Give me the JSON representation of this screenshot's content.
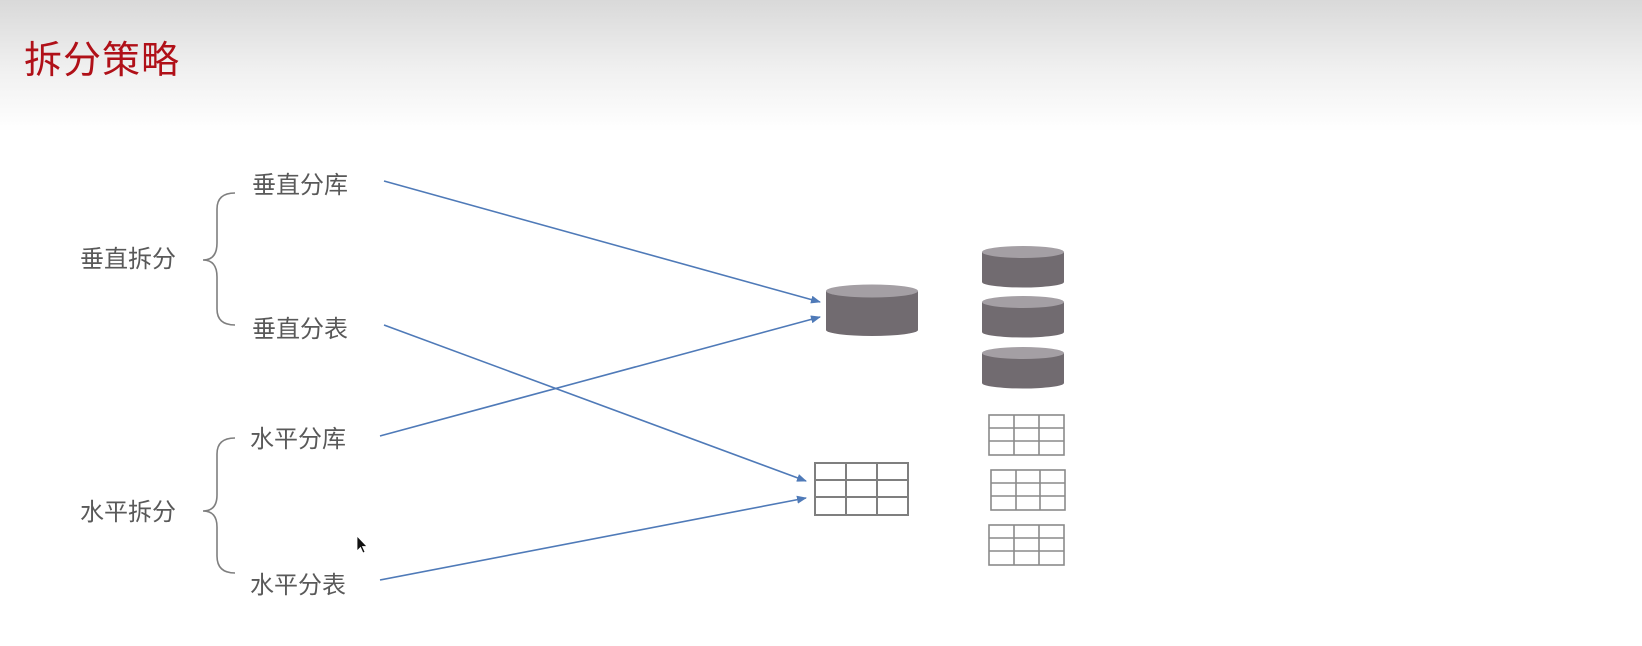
{
  "slide": {
    "title": "拆分策略"
  },
  "groups": [
    {
      "label": "垂直拆分",
      "items": [
        "垂直分库",
        "垂直分表"
      ]
    },
    {
      "label": "水平拆分",
      "items": [
        "水平分库",
        "水平分表"
      ]
    }
  ],
  "colors": {
    "title": "#b01018",
    "text": "#595959",
    "arrow": "#4f7ab8",
    "database": "#716b70",
    "table_grid": "#7f7f7f"
  },
  "icons": {
    "database": "database-icon",
    "table": "table-grid-icon",
    "cursor": "mouse-cursor-icon"
  }
}
